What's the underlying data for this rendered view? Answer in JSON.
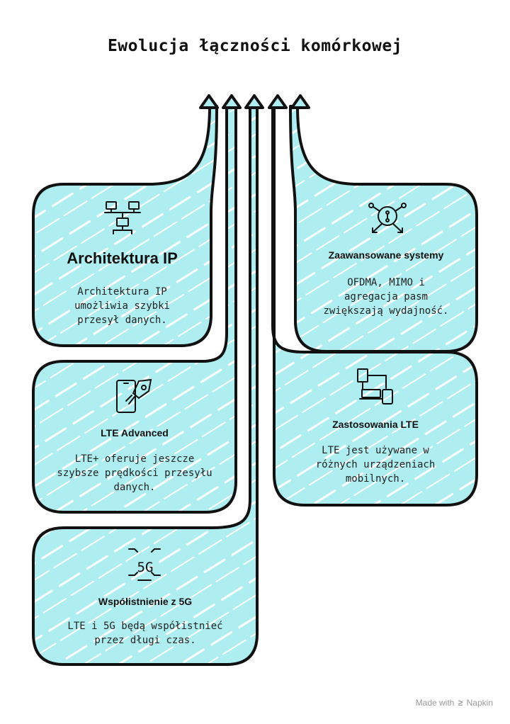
{
  "title": "Ewolucja łączności komórkowej",
  "colors": {
    "fill": "#aeeef0",
    "stroke": "#111111",
    "hatch": "#ffffff"
  },
  "cards": [
    {
      "title": "Architektura IP",
      "desc": [
        "Architektura IP",
        "umożliwia szybki",
        "przesył danych."
      ],
      "icon": "network-computers-icon"
    },
    {
      "title": "Zaawansowane systemy",
      "desc": [
        "OFDMA, MIMO i",
        "agregacja pasm",
        "zwiększają wydajność."
      ],
      "icon": "antenna-signal-icon"
    },
    {
      "title": "LTE Advanced",
      "desc": [
        "LTE+ oferuje jeszcze",
        "szybsze prędkości przesyłu",
        "danych."
      ],
      "icon": "phone-rocket-icon"
    },
    {
      "title": "Zastosowania LTE",
      "desc": [
        "LTE jest używane w",
        "różnych urządzeniach",
        "mobilnych."
      ],
      "icon": "connected-devices-icon"
    },
    {
      "title": "Współistnienie z 5G",
      "desc": [
        "LTE i 5G będą współistnieć",
        "przez długi czas."
      ],
      "icon": "5g-icon"
    }
  ],
  "icon_text": {
    "five_g": "5G"
  },
  "footer": {
    "made_with": "Made with",
    "brand": "Napkin"
  }
}
